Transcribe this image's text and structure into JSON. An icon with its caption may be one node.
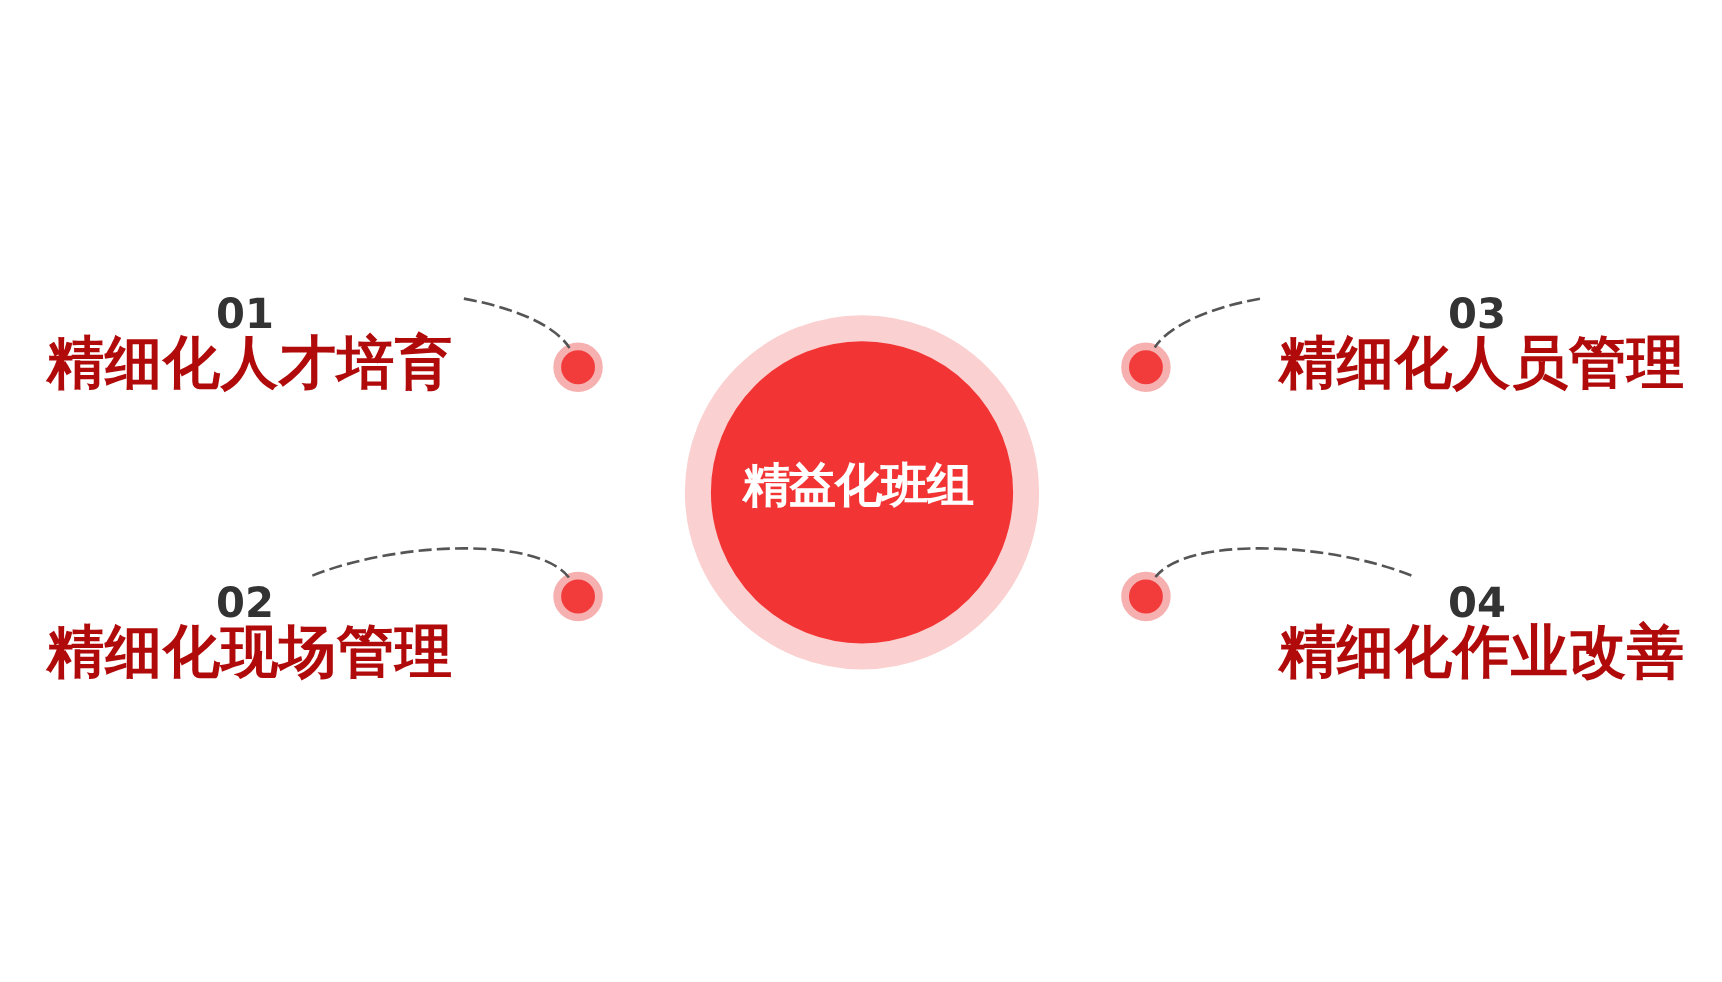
{
  "diagram": {
    "nodes": [
      {
        "text": [
          "01",
          "精细化人才培育"
        ]
      },
      {
        "text": [],
        "shape": "circle"
      },
      {
        "text": [],
        "shape": "circle"
      },
      {
        "text": [
          "03",
          "精细化人员管理"
        ]
      },
      {
        "text": [
          "精益化班组"
        ]
      },
      {
        "text": [],
        "shape": "circle"
      },
      {
        "text": [],
        "shape": "circle"
      },
      {
        "text": [
          "02",
          "精细化现场管理"
        ]
      },
      {
        "text": [
          "04",
          "精细化作业改善"
        ]
      }
    ],
    "edges": [
      {
        "from": 0,
        "to": 1,
        "arrow": "none",
        "style": "dashed"
      },
      {
        "from": 7,
        "to": 5,
        "arrow": "none",
        "style": "dashed"
      },
      {
        "from": 3,
        "to": 2,
        "arrow": "none",
        "style": "dashed"
      },
      {
        "from": 8,
        "to": 6,
        "arrow": "none",
        "style": "dashed"
      }
    ]
  }
}
